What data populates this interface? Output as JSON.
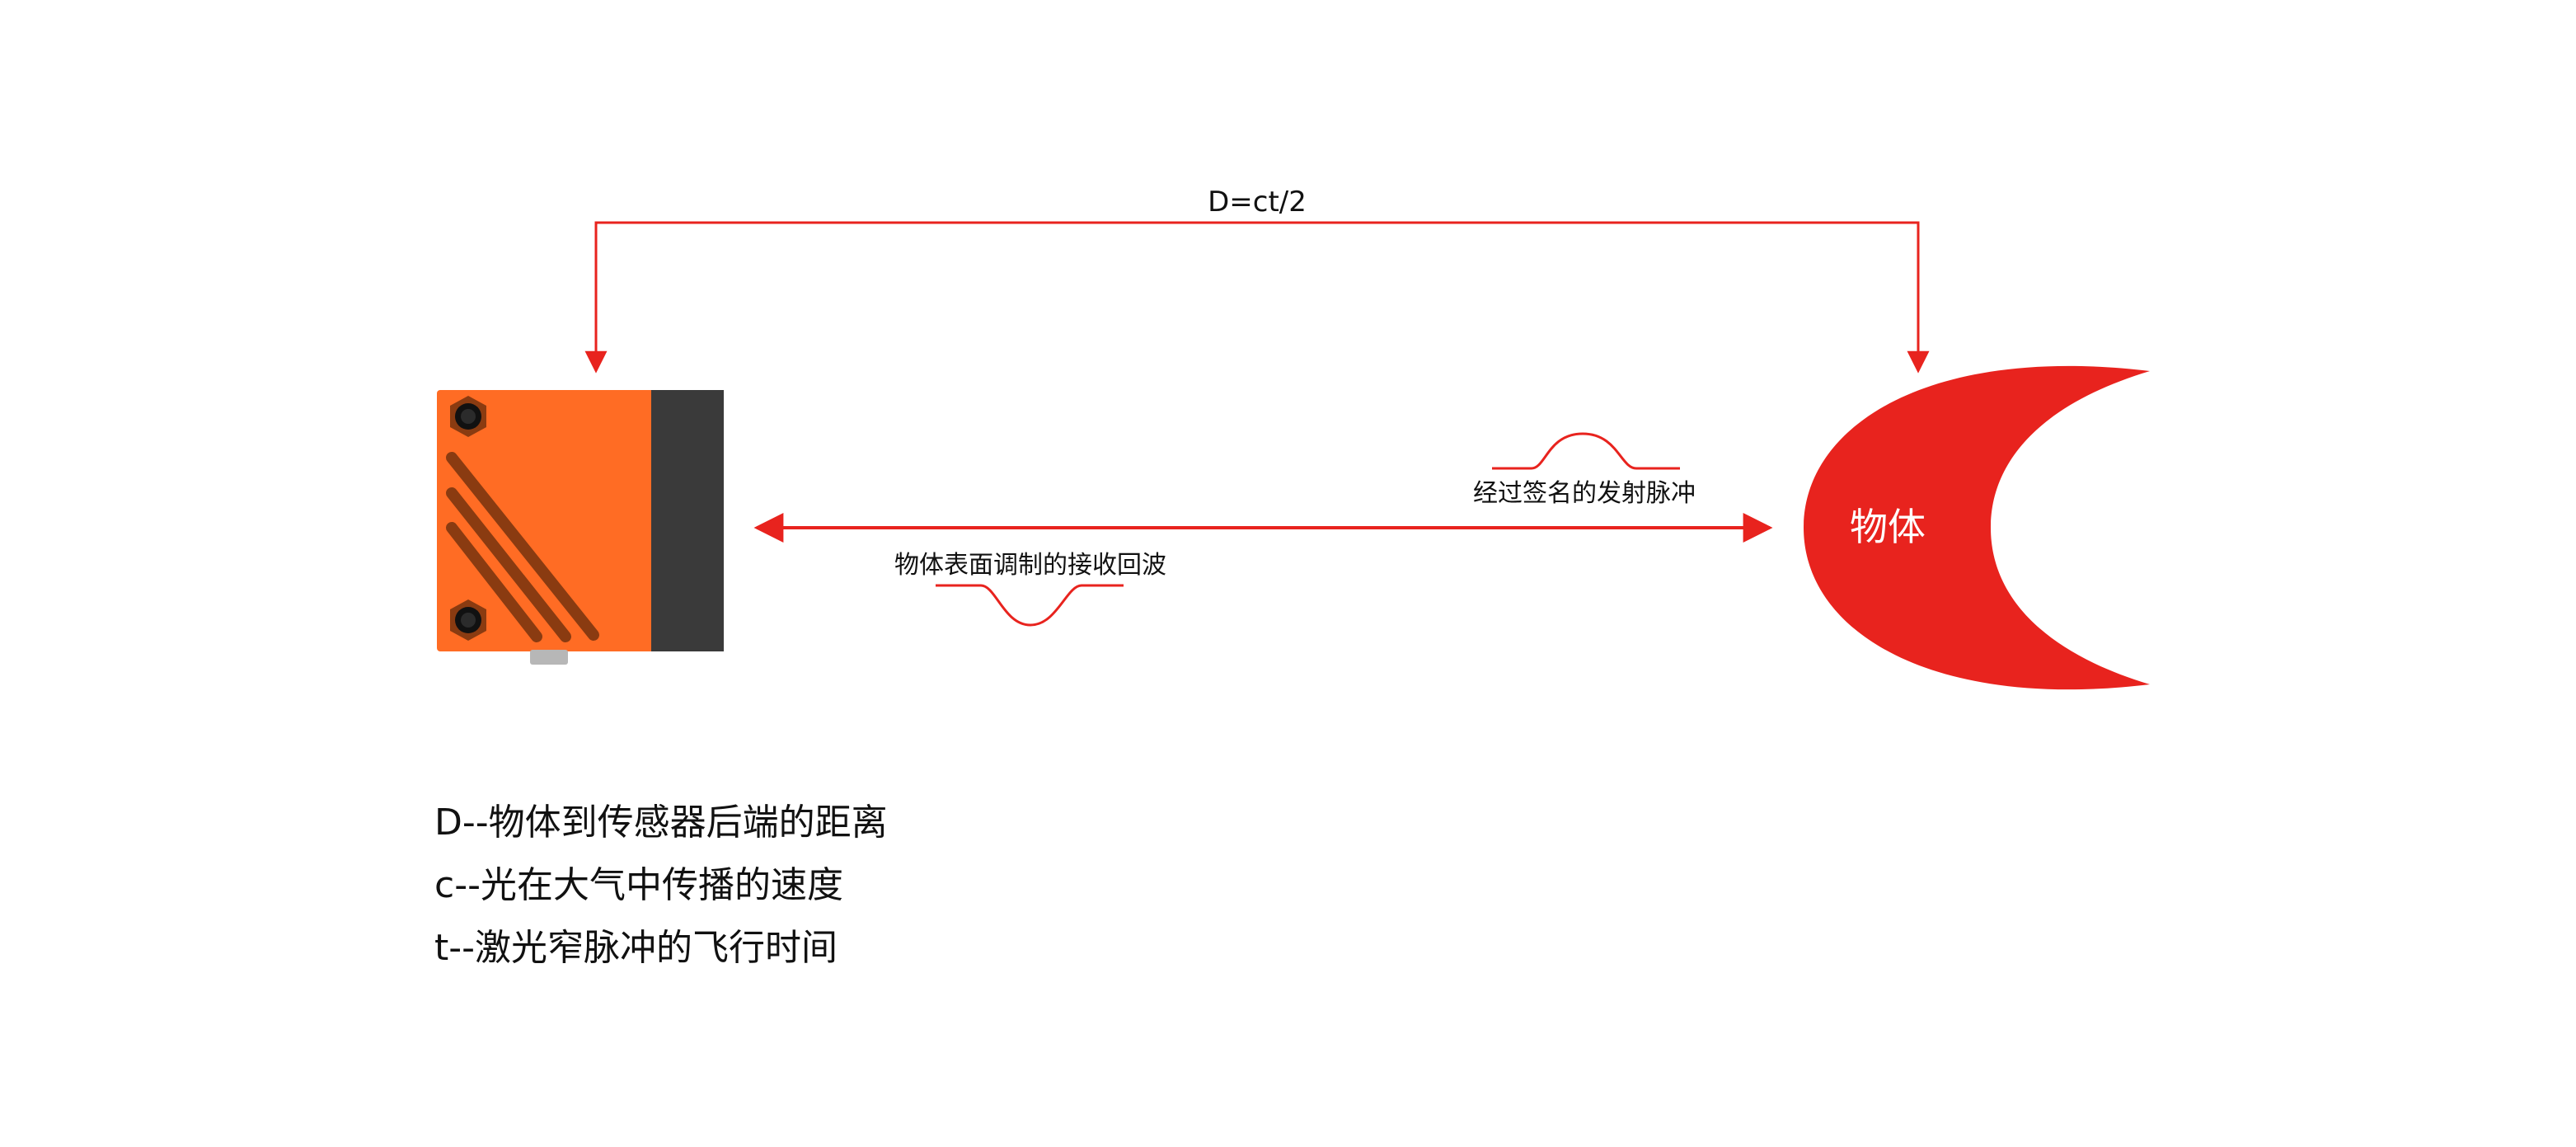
{
  "labels": {
    "formula": "D=ct/2",
    "emitted_pulse": "经过签名的发射脉冲",
    "received_echo": "物体表面调制的接收回波",
    "object": "物体"
  },
  "legend": [
    "D--物体到传感器后端的距离",
    "c--光在大气中传播的速度",
    "t--激光窄脉冲的飞行时间"
  ],
  "colors": {
    "accent_red": "#e8231e",
    "sensor_orange": "#ff6c24",
    "sensor_dark": "#3a3a3a",
    "text": "#111111"
  },
  "icons": {
    "sensor": "laser-distance-sensor-icon",
    "object": "crescent-object-icon"
  }
}
